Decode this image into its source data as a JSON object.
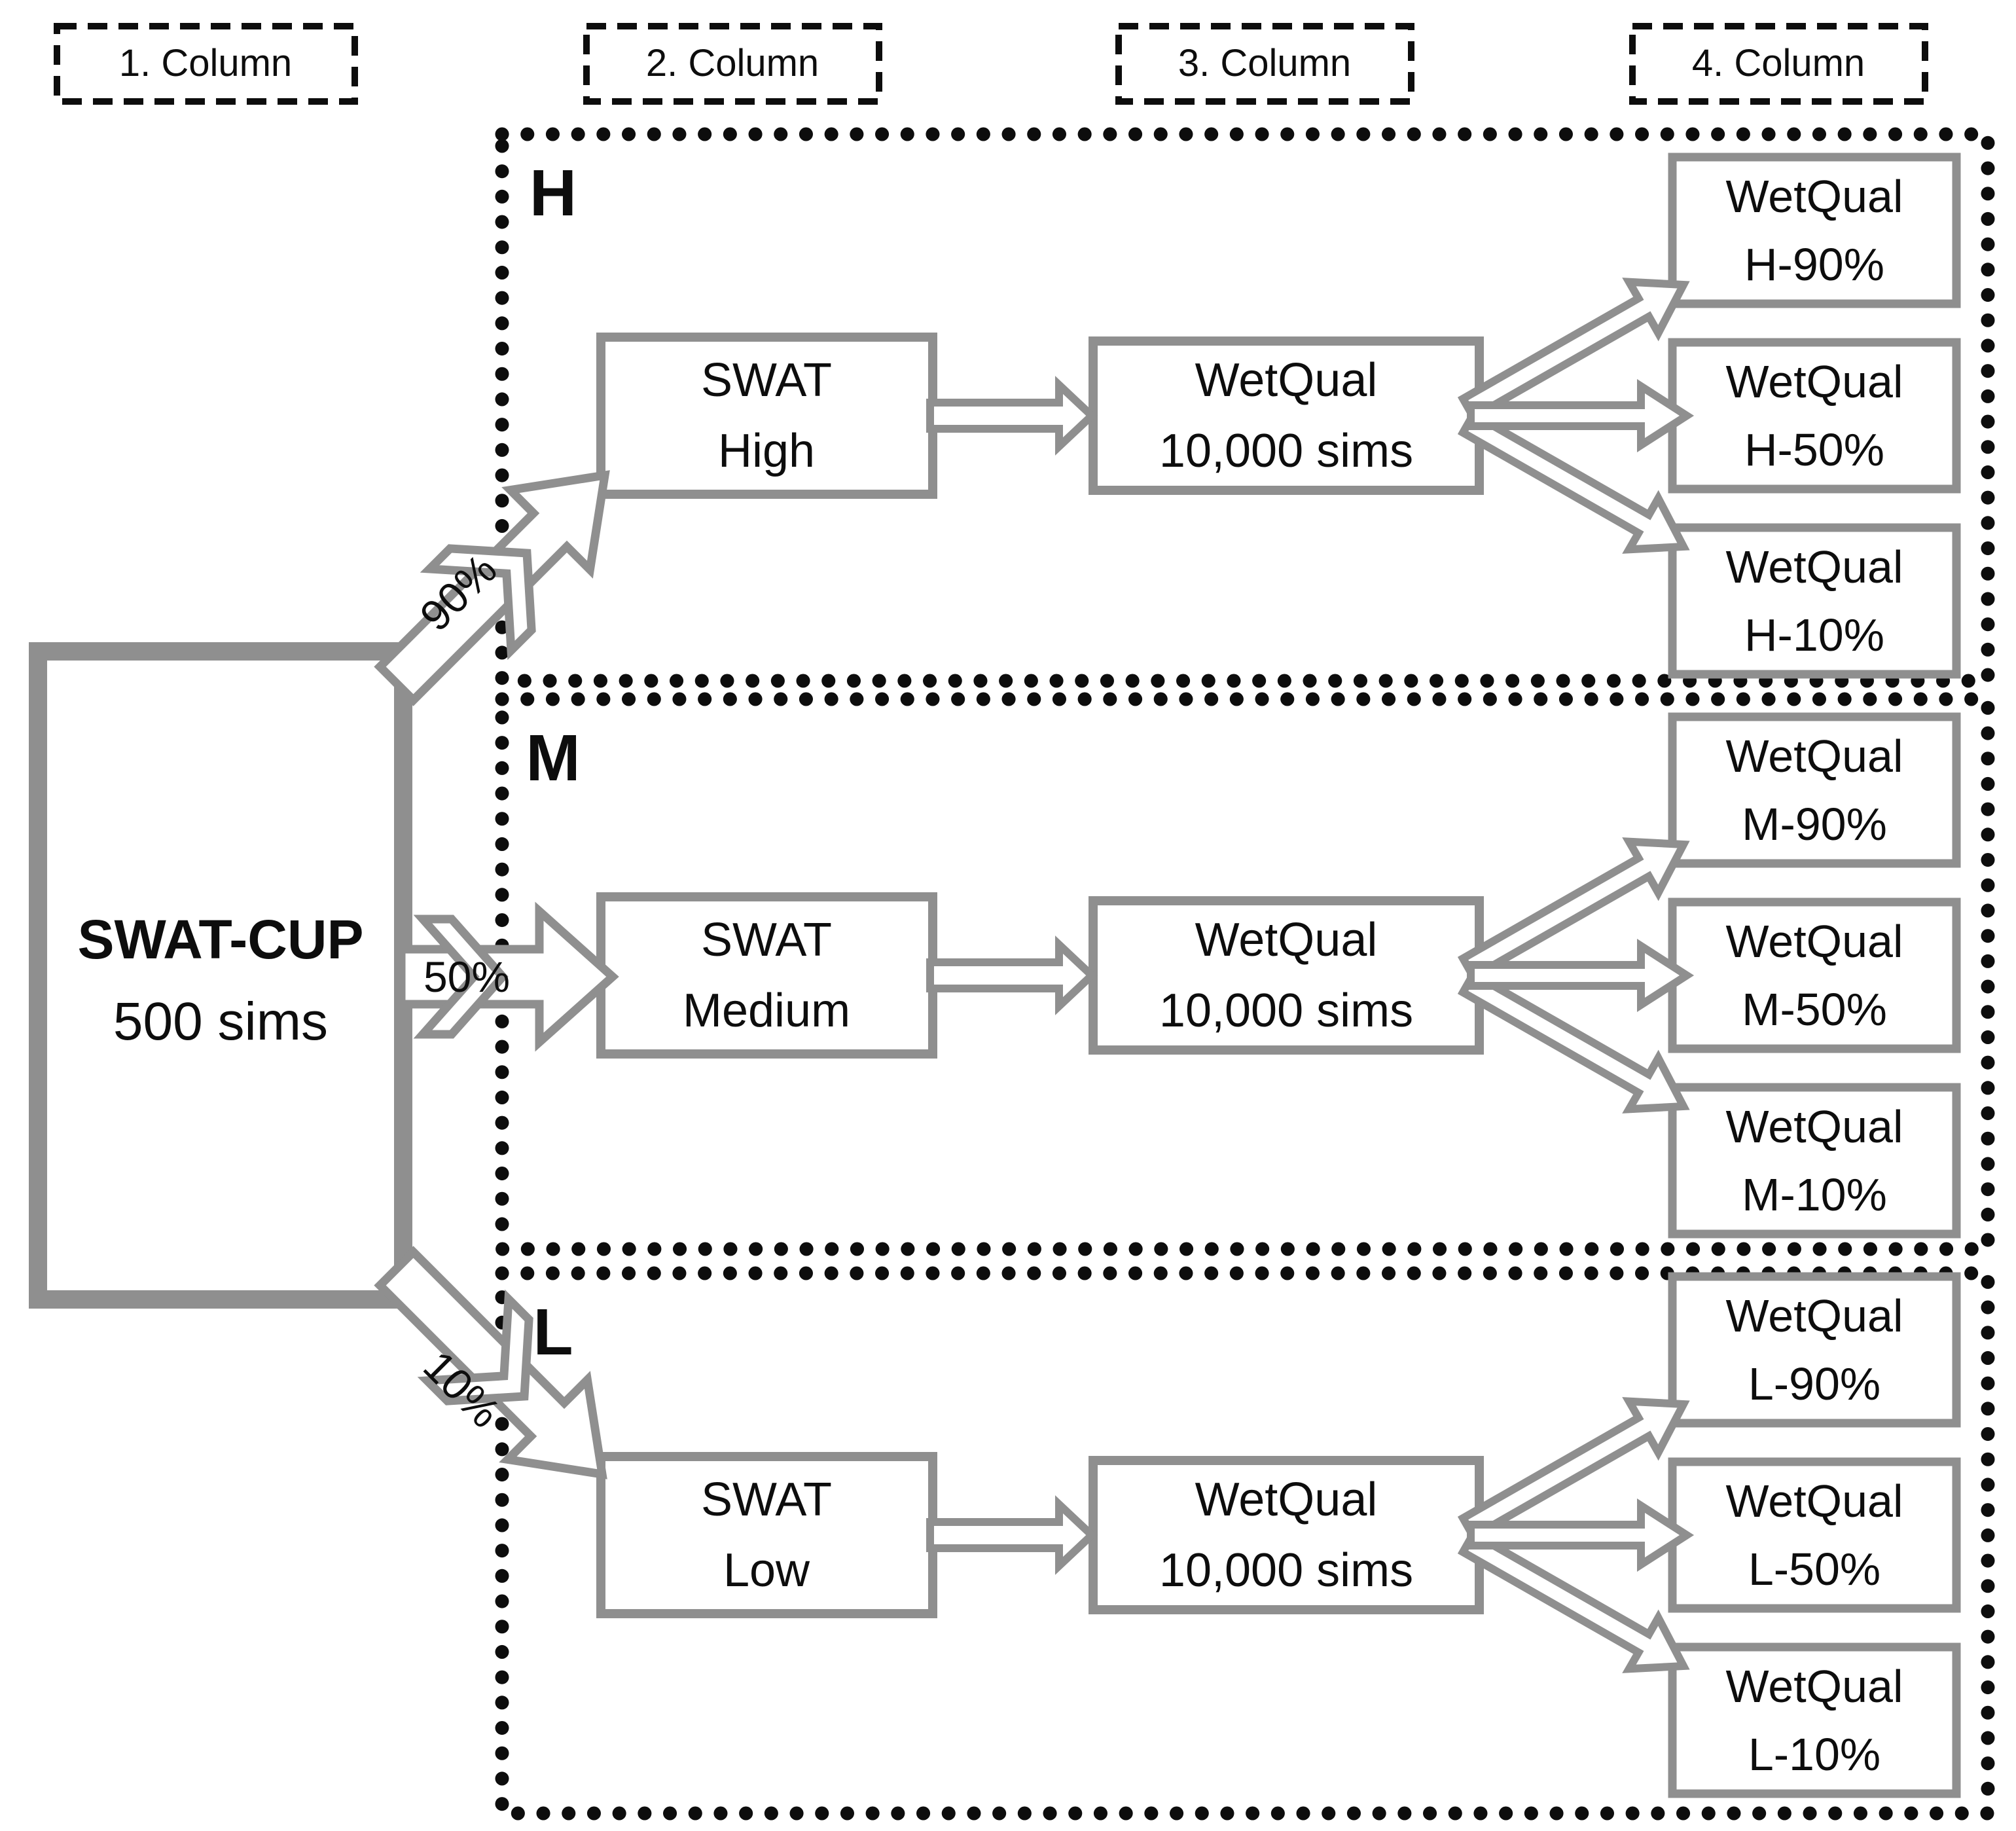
{
  "columns": [
    "1. Column",
    "2. Column",
    "3. Column",
    "4. Column"
  ],
  "source_box": {
    "name": "SWAT-CUP",
    "sims": "500 sims"
  },
  "branch_percents": {
    "high": "90%",
    "medium": "50%",
    "low": "10%"
  },
  "groups": [
    {
      "label": "H",
      "swat": [
        "SWAT",
        "High"
      ],
      "wetqual": [
        "WetQual",
        "10,000 sims"
      ],
      "outputs": [
        [
          "WetQual",
          "H-90%"
        ],
        [
          "WetQual",
          "H-50%"
        ],
        [
          "WetQual",
          "H-10%"
        ]
      ]
    },
    {
      "label": "M",
      "swat": [
        "SWAT",
        "Medium"
      ],
      "wetqual": [
        "WetQual",
        "10,000 sims"
      ],
      "outputs": [
        [
          "WetQual",
          "M-90%"
        ],
        [
          "WetQual",
          "M-50%"
        ],
        [
          "WetQual",
          "M-10%"
        ]
      ]
    },
    {
      "label": "L",
      "swat": [
        "SWAT",
        "Low"
      ],
      "wetqual": [
        "WetQual",
        "10,000 sims"
      ],
      "outputs": [
        [
          "WetQual",
          "L-90%"
        ],
        [
          "WetQual",
          "L-50%"
        ],
        [
          "WetQual",
          "L-10%"
        ]
      ]
    }
  ],
  "colors": {
    "shape_gray": "#8f8f8f",
    "ink_black": "#0d0d0d",
    "background": "#ffffff"
  }
}
